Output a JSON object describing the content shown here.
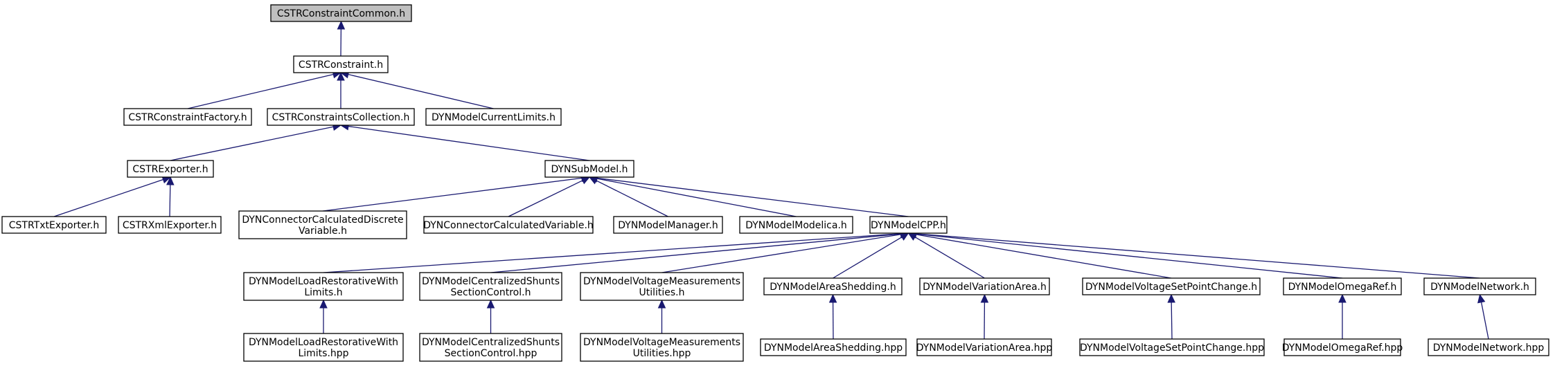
{
  "diagram": {
    "colors": {
      "edge": "#191970",
      "root_fill": "#bfbfbf",
      "node_fill": "#ffffff",
      "border": "#000000"
    },
    "nodes": [
      {
        "id": "n_common",
        "label": "CSTRConstraintCommon.h"
      },
      {
        "id": "n_constraint",
        "label": "CSTRConstraint.h"
      },
      {
        "id": "n_factory",
        "label": "CSTRConstraintFactory.h"
      },
      {
        "id": "n_collection",
        "label": "CSTRConstraintsCollection.h"
      },
      {
        "id": "n_curlimits",
        "label": "DYNModelCurrentLimits.h"
      },
      {
        "id": "n_exporter",
        "label": "CSTRExporter.h"
      },
      {
        "id": "n_submodel",
        "label": "DYNSubModel.h"
      },
      {
        "id": "n_txt",
        "label": "CSTRTxtExporter.h"
      },
      {
        "id": "n_xml",
        "label": "CSTRXmlExporter.h"
      },
      {
        "id": "n_conndiscrete",
        "label": "DYNConnectorCalculatedDiscrete\nVariable.h"
      },
      {
        "id": "n_connvar",
        "label": "DYNConnectorCalculatedVariable.h"
      },
      {
        "id": "n_manager",
        "label": "DYNModelManager.h"
      },
      {
        "id": "n_modelica",
        "label": "DYNModelModelica.h"
      },
      {
        "id": "n_cpp",
        "label": "DYNModelCPP.h"
      },
      {
        "id": "n_loadh",
        "label": "DYNModelLoadRestorativeWith\nLimits.h"
      },
      {
        "id": "n_shuntsh",
        "label": "DYNModelCentralizedShunts\nSectionControl.h"
      },
      {
        "id": "n_voltmeash",
        "label": "DYNModelVoltageMeasurements\nUtilities.h"
      },
      {
        "id": "n_areashedh",
        "label": "DYNModelAreaShedding.h"
      },
      {
        "id": "n_varareah",
        "label": "DYNModelVariationArea.h"
      },
      {
        "id": "n_vspch",
        "label": "DYNModelVoltageSetPointChange.h"
      },
      {
        "id": "n_omegah",
        "label": "DYNModelOmegaRef.h"
      },
      {
        "id": "n_networkh",
        "label": "DYNModelNetwork.h"
      },
      {
        "id": "n_loadhpp",
        "label": "DYNModelLoadRestorativeWith\nLimits.hpp"
      },
      {
        "id": "n_shuntshpp",
        "label": "DYNModelCentralizedShunts\nSectionControl.hpp"
      },
      {
        "id": "n_voltmeashpp",
        "label": "DYNModelVoltageMeasurements\nUtilities.hpp"
      },
      {
        "id": "n_areashedhpp",
        "label": "DYNModelAreaShedding.hpp"
      },
      {
        "id": "n_varareahpp",
        "label": "DYNModelVariationArea.hpp"
      },
      {
        "id": "n_vspchpp",
        "label": "DYNModelVoltageSetPointChange.hpp"
      },
      {
        "id": "n_omegahpp",
        "label": "DYNModelOmegaRef.hpp"
      },
      {
        "id": "n_networkhpp",
        "label": "DYNModelNetwork.hpp"
      }
    ],
    "edges": [
      {
        "from": "n_constraint",
        "to": "n_common"
      },
      {
        "from": "n_factory",
        "to": "n_constraint"
      },
      {
        "from": "n_collection",
        "to": "n_constraint"
      },
      {
        "from": "n_curlimits",
        "to": "n_constraint"
      },
      {
        "from": "n_exporter",
        "to": "n_collection"
      },
      {
        "from": "n_submodel",
        "to": "n_collection"
      },
      {
        "from": "n_txt",
        "to": "n_exporter"
      },
      {
        "from": "n_xml",
        "to": "n_exporter"
      },
      {
        "from": "n_conndiscrete",
        "to": "n_submodel"
      },
      {
        "from": "n_connvar",
        "to": "n_submodel"
      },
      {
        "from": "n_manager",
        "to": "n_submodel"
      },
      {
        "from": "n_modelica",
        "to": "n_submodel"
      },
      {
        "from": "n_cpp",
        "to": "n_submodel"
      },
      {
        "from": "n_loadh",
        "to": "n_cpp"
      },
      {
        "from": "n_shuntsh",
        "to": "n_cpp"
      },
      {
        "from": "n_voltmeash",
        "to": "n_cpp"
      },
      {
        "from": "n_areashedh",
        "to": "n_cpp"
      },
      {
        "from": "n_varareah",
        "to": "n_cpp"
      },
      {
        "from": "n_vspch",
        "to": "n_cpp"
      },
      {
        "from": "n_omegah",
        "to": "n_cpp"
      },
      {
        "from": "n_networkh",
        "to": "n_cpp"
      },
      {
        "from": "n_loadhpp",
        "to": "n_loadh"
      },
      {
        "from": "n_shuntshpp",
        "to": "n_shuntsh"
      },
      {
        "from": "n_voltmeashpp",
        "to": "n_voltmeash"
      },
      {
        "from": "n_areashedhpp",
        "to": "n_areashedh"
      },
      {
        "from": "n_varareahpp",
        "to": "n_varareah"
      },
      {
        "from": "n_vspchpp",
        "to": "n_vspch"
      },
      {
        "from": "n_omegahpp",
        "to": "n_omegah"
      },
      {
        "from": "n_networkhpp",
        "to": "n_networkh"
      }
    ]
  }
}
